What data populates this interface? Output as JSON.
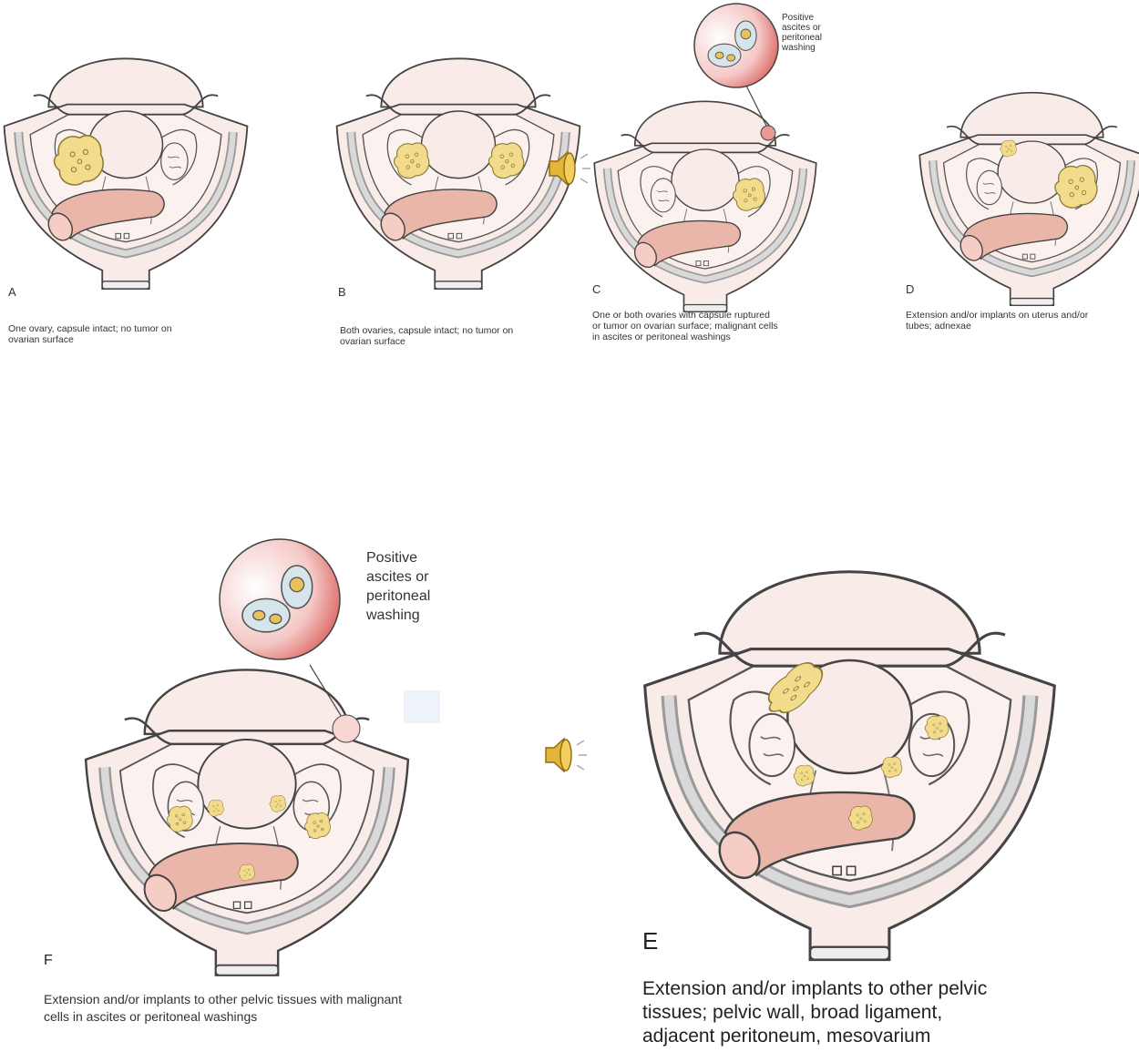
{
  "panels": {
    "A": {
      "letter": "A",
      "caption": [
        "One ovary, capsule intact; no tumor on",
        "ovarian surface"
      ]
    },
    "B": {
      "letter": "B",
      "caption": [
        "Both ovaries, capsule intact; no tumor on",
        "ovarian surface"
      ]
    },
    "C": {
      "letter": "C",
      "caption": [
        "One or both ovaries with capsule ruptured",
        "or tumor on ovarian surface; malignant cells",
        "in ascites or peritoneal washings"
      ],
      "callout": [
        "Positive",
        "ascites or",
        "peritoneal",
        "washing"
      ]
    },
    "D": {
      "letter": "D",
      "caption": [
        "Extension and/or implants on uterus and/or",
        "tubes; adnexae"
      ]
    },
    "F": {
      "letter": "F",
      "caption": [
        "Extension and/or implants to other pelvic tissues with malignant",
        "cells in ascites or peritoneal washings"
      ],
      "callout": [
        "Positive",
        "ascites or",
        "peritoneal",
        "washing"
      ]
    },
    "E": {
      "letter": "E",
      "caption": [
        "Extension and/or implants to other pelvic",
        "tissues; pelvic wall, broad ligament,",
        "adjacent peritoneum, mesovarium"
      ]
    }
  },
  "icons": [
    "speaker-icon",
    "speaker-icon"
  ],
  "colors": {
    "tissue": "#f9ebe8",
    "tumor": "#f2dc8c",
    "bowel": "#eab6aa",
    "peritoneum": "#d9d9d9",
    "callout_accent": "#d9534f"
  }
}
